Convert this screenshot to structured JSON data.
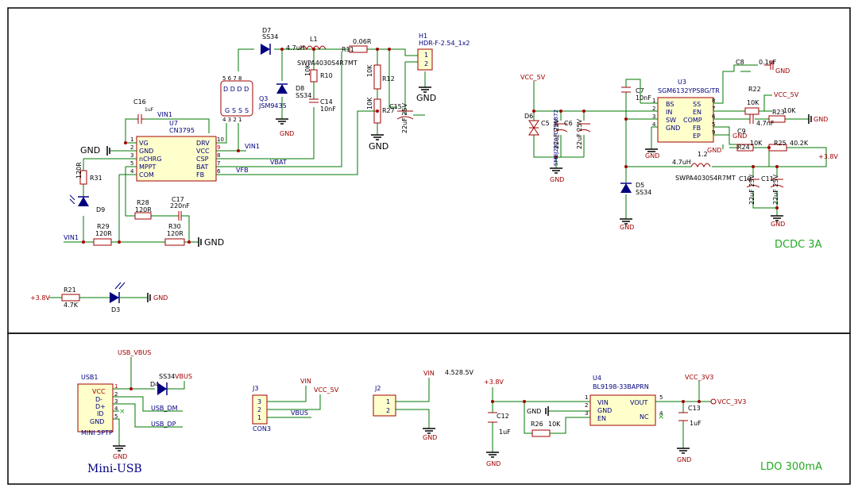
{
  "sections": {
    "dcdc": "DCDC 3A",
    "ldo": "LDO 300mA",
    "usb": "Mini-USB"
  },
  "colors": {
    "wire": "#007800",
    "component": "#a00000",
    "label": "#000080",
    "section_title": "#22aa22"
  },
  "charger": {
    "ref": "U7",
    "part": "CN3795",
    "pins_left": [
      {
        "num": "1",
        "name": "VG"
      },
      {
        "num": "2",
        "name": "GND"
      },
      {
        "num": "3",
        "name": "nCHRG"
      },
      {
        "num": "5",
        "name": "MPPT"
      },
      {
        "num": "4",
        "name": "COM"
      }
    ],
    "pins_right": [
      {
        "num": "10",
        "name": "DRV"
      },
      {
        "num": "9",
        "name": "VCC"
      },
      {
        "num": "8",
        "name": "CSP"
      },
      {
        "num": "7",
        "name": "BAT"
      },
      {
        "num": "6",
        "name": "FB"
      }
    ]
  },
  "mosfet": {
    "ref": "Q3",
    "part": "JSM9435",
    "pins_top": "5 6 7 8",
    "pins_bottom": "4 3 2 1",
    "labels_d": "D D D D",
    "labels_s": [
      "G",
      "S",
      "S",
      "S"
    ]
  },
  "nets": {
    "vin1": "VIN1",
    "vbat": "VBAT",
    "vfb": "VFB",
    "gnd": "GND",
    "vcc5": "VCC_5V",
    "vcc33": "VCC_3V3",
    "p38": "+3.8V",
    "vin": "VIN",
    "vbus": "VBUS",
    "usb_vbus": "USB_VBUS",
    "usb_dm": "USB_DM",
    "usb_dp": "USB_DP",
    "v4528": "4.528.5V"
  },
  "charger_parts": {
    "C16": {
      "ref": "C16",
      "val": "1uF"
    },
    "R31": {
      "ref": "R31",
      "val": "120R"
    },
    "D9": {
      "ref": "D9"
    },
    "R28": {
      "ref": "R28",
      "val": "120R"
    },
    "C17": {
      "ref": "C17",
      "val": "220nF"
    },
    "R29": {
      "ref": "R29",
      "val": "120R"
    },
    "R30": {
      "ref": "R30",
      "val": "120R"
    },
    "D7": {
      "ref": "D7",
      "val": "SS34"
    },
    "L1": {
      "ref": "L1",
      "val": "4.7uH",
      "part": "SWPA4030S4R7MT"
    },
    "R11": {
      "ref": "R11",
      "val": "0.06R"
    },
    "R10": {
      "ref": "R10",
      "val": "10K"
    },
    "D8": {
      "ref": "D8",
      "val": "SS34"
    },
    "C14": {
      "ref": "C14",
      "val": "10nF"
    },
    "R12": {
      "ref": "R12",
      "val": "10K"
    },
    "R27": {
      "ref": "R27",
      "val": "10K"
    },
    "C15": {
      "ref": "C15",
      "val": "22uF 25V"
    },
    "H1": {
      "ref": "H1",
      "part": "HDR-F-2.54_1x2",
      "pins": [
        "1",
        "2"
      ]
    }
  },
  "led_ind": {
    "R21": {
      "ref": "R21",
      "val": "4.7K"
    },
    "D3": {
      "ref": "D3"
    }
  },
  "dcdc": {
    "U3": {
      "ref": "U3",
      "part": "SGM6132YPS8G/TR",
      "pins_left": [
        {
          "num": "1",
          "name": "BS"
        },
        {
          "num": "2",
          "name": "IN"
        },
        {
          "num": "3",
          "name": "SW"
        },
        {
          "num": "4",
          "name": "GND"
        }
      ],
      "pins_right": [
        {
          "num": "8",
          "name": "SS"
        },
        {
          "num": "7",
          "name": "EN"
        },
        {
          "num": "6",
          "name": "COMP"
        },
        {
          "num": "5",
          "name": "FB"
        },
        {
          "num": "9",
          "name": "EP"
        }
      ]
    },
    "C7": {
      "ref": "C7",
      "val": "10nF"
    },
    "C8": {
      "ref": "C8",
      "val": "0.1uF"
    },
    "R22": {
      "ref": "R22",
      "val": "10K"
    },
    "R23": {
      "ref": "R23",
      "val": "10K"
    },
    "C9": {
      "ref": "C9",
      "val": "4.7nF"
    },
    "R24": {
      "ref": "R24",
      "val": "10K"
    },
    "R25": {
      "ref": "R25",
      "val": "40.2K"
    },
    "L2": {
      "ref": "1.2",
      "val": "4.7uH",
      "part": "SWPA4030S4R7MT"
    },
    "D5": {
      "ref": "D5",
      "val": "SS34"
    },
    "D6": {
      "ref": "D6",
      "part": "SMBJ28CA_C726872"
    },
    "C5": {
      "ref": "C5",
      "val": "22uF 25V"
    },
    "C6": {
      "ref": "C6",
      "val": "22uF 25V"
    },
    "C10": {
      "ref": "C10",
      "val": "22uF 25V"
    },
    "C11": {
      "ref": "C11",
      "val": "22uF 25V"
    }
  },
  "usb": {
    "USB1": {
      "ref": "USB1",
      "part": "MINI 5PTP",
      "pins": [
        {
          "num": "1",
          "name": "VCC"
        },
        {
          "num": "2",
          "name": "D-"
        },
        {
          "num": "3",
          "name": "D+"
        },
        {
          "num": "4",
          "name": "ID"
        },
        {
          "num": "5",
          "name": "GND"
        }
      ]
    },
    "D4": {
      "ref": "D4",
      "val": "SS34"
    }
  },
  "J3": {
    "ref": "J3",
    "part": "CON3",
    "pins": [
      "3",
      "2",
      "1"
    ]
  },
  "J2": {
    "ref": "J2",
    "pins": [
      "1",
      "2"
    ]
  },
  "ldo": {
    "U4": {
      "ref": "U4",
      "part": "BL9198-33BAPRN",
      "pins_left": [
        {
          "num": "1",
          "name": "VIN"
        },
        {
          "num": "2",
          "name": "GND"
        },
        {
          "num": "3",
          "name": "EN"
        }
      ],
      "pins_right": [
        {
          "num": "5",
          "name": "VOUT"
        },
        {
          "num": "4",
          "name": "NC"
        }
      ]
    },
    "C12": {
      "ref": "C12",
      "val": "1uF"
    },
    "C13": {
      "ref": "C13",
      "val": "1uF"
    },
    "R26": {
      "ref": "R26",
      "val": "10K"
    }
  }
}
